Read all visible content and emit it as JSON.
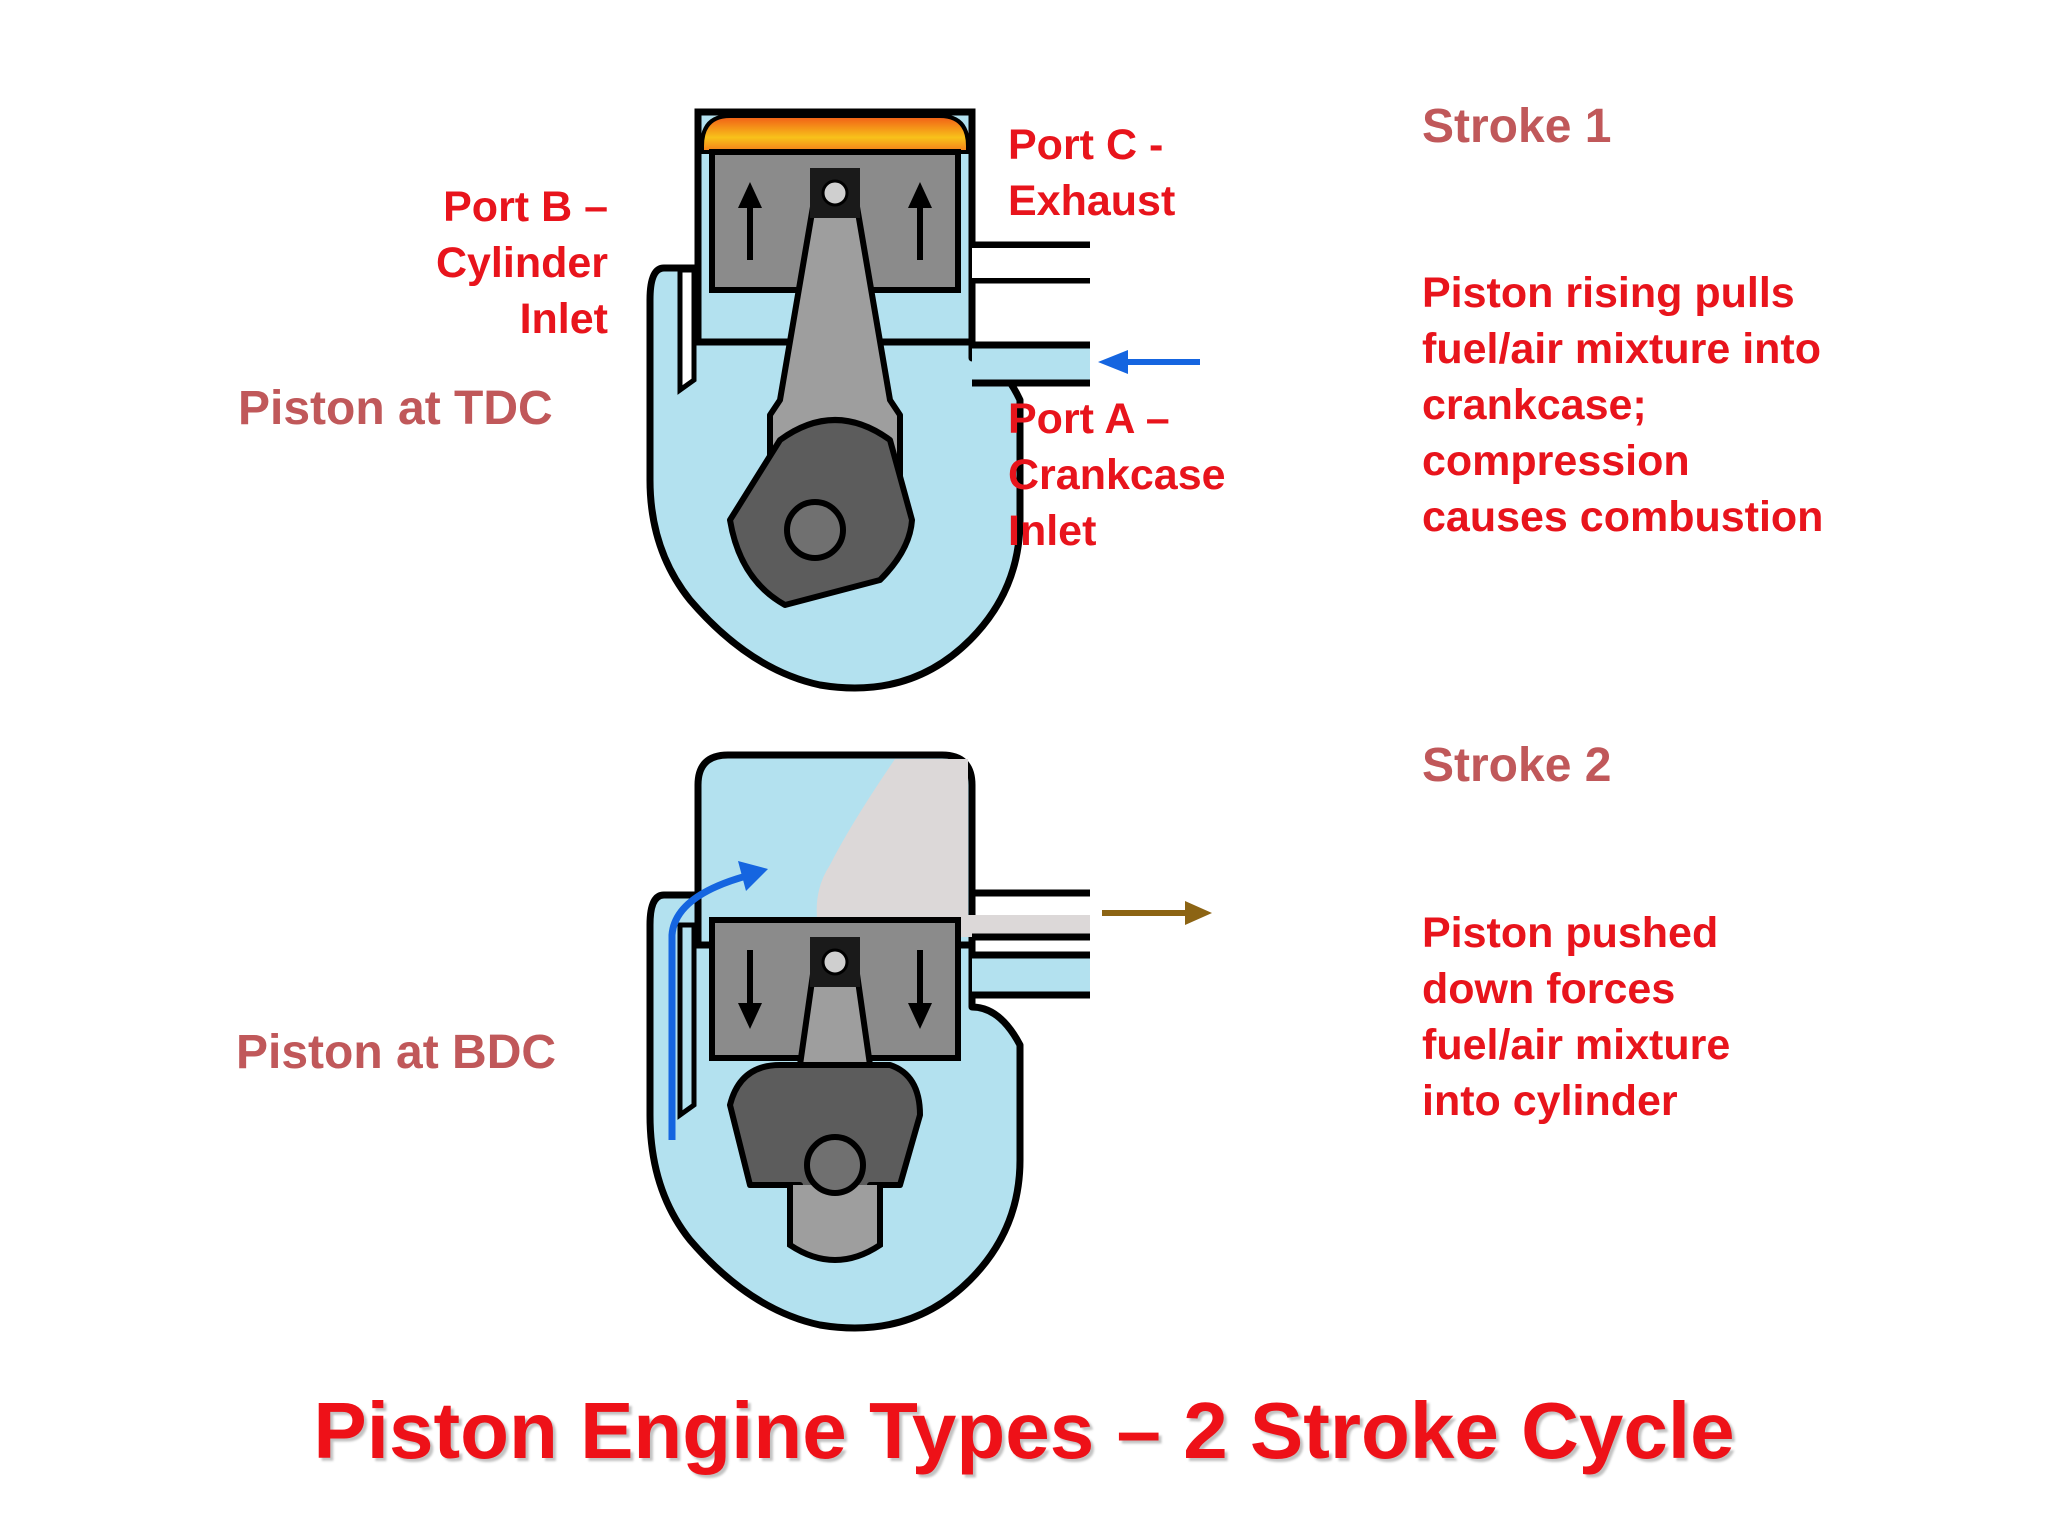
{
  "stroke1": {
    "heading": "Stroke 1",
    "position": "Piston at TDC",
    "port_b": [
      "Port B –",
      "Cylinder",
      "Inlet"
    ],
    "port_c": [
      "Port C -",
      "Exhaust"
    ],
    "port_a": [
      "Port A –",
      "Crankcase",
      "Inlet"
    ],
    "description": [
      "Piston rising pulls",
      "fuel/air mixture into",
      "crankcase;",
      "compression",
      "causes combustion"
    ]
  },
  "stroke2": {
    "heading": "Stroke 2",
    "position": "Piston at BDC",
    "description": [
      "Piston pushed",
      "down forces",
      "fuel/air mixture",
      "into cylinder"
    ]
  },
  "title": "Piston Engine Types – 2 Stroke Cycle",
  "colors": {
    "label_red": "#e8141c",
    "heading_rose": "#c0585a",
    "mixture_blue": "#b3e1ef",
    "exhaust_gray": "#dcd8d8",
    "inflow_arrow": "#1565e0",
    "exhaust_arrow": "#8c6414"
  }
}
